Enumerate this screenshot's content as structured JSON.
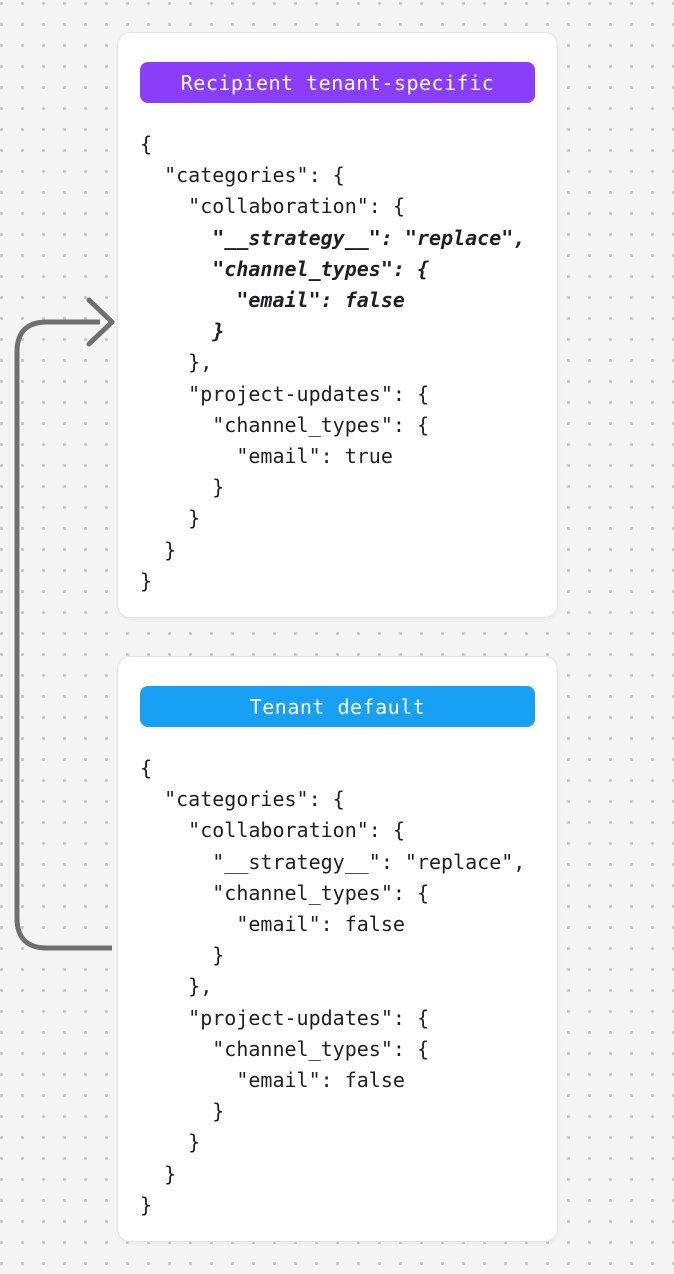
{
  "background": {
    "base_color": "#f4f4f5",
    "dot_color": "#c7c7c9"
  },
  "arrow": {
    "description": "curved arrow from tenant-default card pointing into recipient tenant-specific card",
    "color": "#6f6f6f"
  },
  "cards": [
    {
      "badge": {
        "label": "Recipient tenant-specific",
        "color": "#8b3efa"
      },
      "code_lines": [
        {
          "text": "{",
          "emphasis": false
        },
        {
          "text": "  \"categories\": {",
          "emphasis": false
        },
        {
          "text": "    \"collaboration\": {",
          "emphasis": false
        },
        {
          "text": "      \"__strategy__\": \"replace\",",
          "emphasis": true
        },
        {
          "text": "      \"channel_types\": {",
          "emphasis": true
        },
        {
          "text": "        \"email\": false",
          "emphasis": true
        },
        {
          "text": "      }",
          "emphasis": true
        },
        {
          "text": "    },",
          "emphasis": false
        },
        {
          "text": "    \"project-updates\": {",
          "emphasis": false
        },
        {
          "text": "      \"channel_types\": {",
          "emphasis": false
        },
        {
          "text": "        \"email\": true",
          "emphasis": false
        },
        {
          "text": "      }",
          "emphasis": false
        },
        {
          "text": "    }",
          "emphasis": false
        },
        {
          "text": "  }",
          "emphasis": false
        },
        {
          "text": "}",
          "emphasis": false
        }
      ]
    },
    {
      "badge": {
        "label": "Tenant default",
        "color": "#18a0f5"
      },
      "code_lines": [
        {
          "text": "{",
          "emphasis": false
        },
        {
          "text": "  \"categories\": {",
          "emphasis": false
        },
        {
          "text": "    \"collaboration\": {",
          "emphasis": false
        },
        {
          "text": "      \"__strategy__\": \"replace\",",
          "emphasis": false
        },
        {
          "text": "      \"channel_types\": {",
          "emphasis": false
        },
        {
          "text": "        \"email\": false",
          "emphasis": false
        },
        {
          "text": "      }",
          "emphasis": false
        },
        {
          "text": "    },",
          "emphasis": false
        },
        {
          "text": "    \"project-updates\": {",
          "emphasis": false
        },
        {
          "text": "      \"channel_types\": {",
          "emphasis": false
        },
        {
          "text": "        \"email\": false",
          "emphasis": false
        },
        {
          "text": "      }",
          "emphasis": false
        },
        {
          "text": "    }",
          "emphasis": false
        },
        {
          "text": "  }",
          "emphasis": false
        },
        {
          "text": "}",
          "emphasis": false
        }
      ]
    }
  ]
}
